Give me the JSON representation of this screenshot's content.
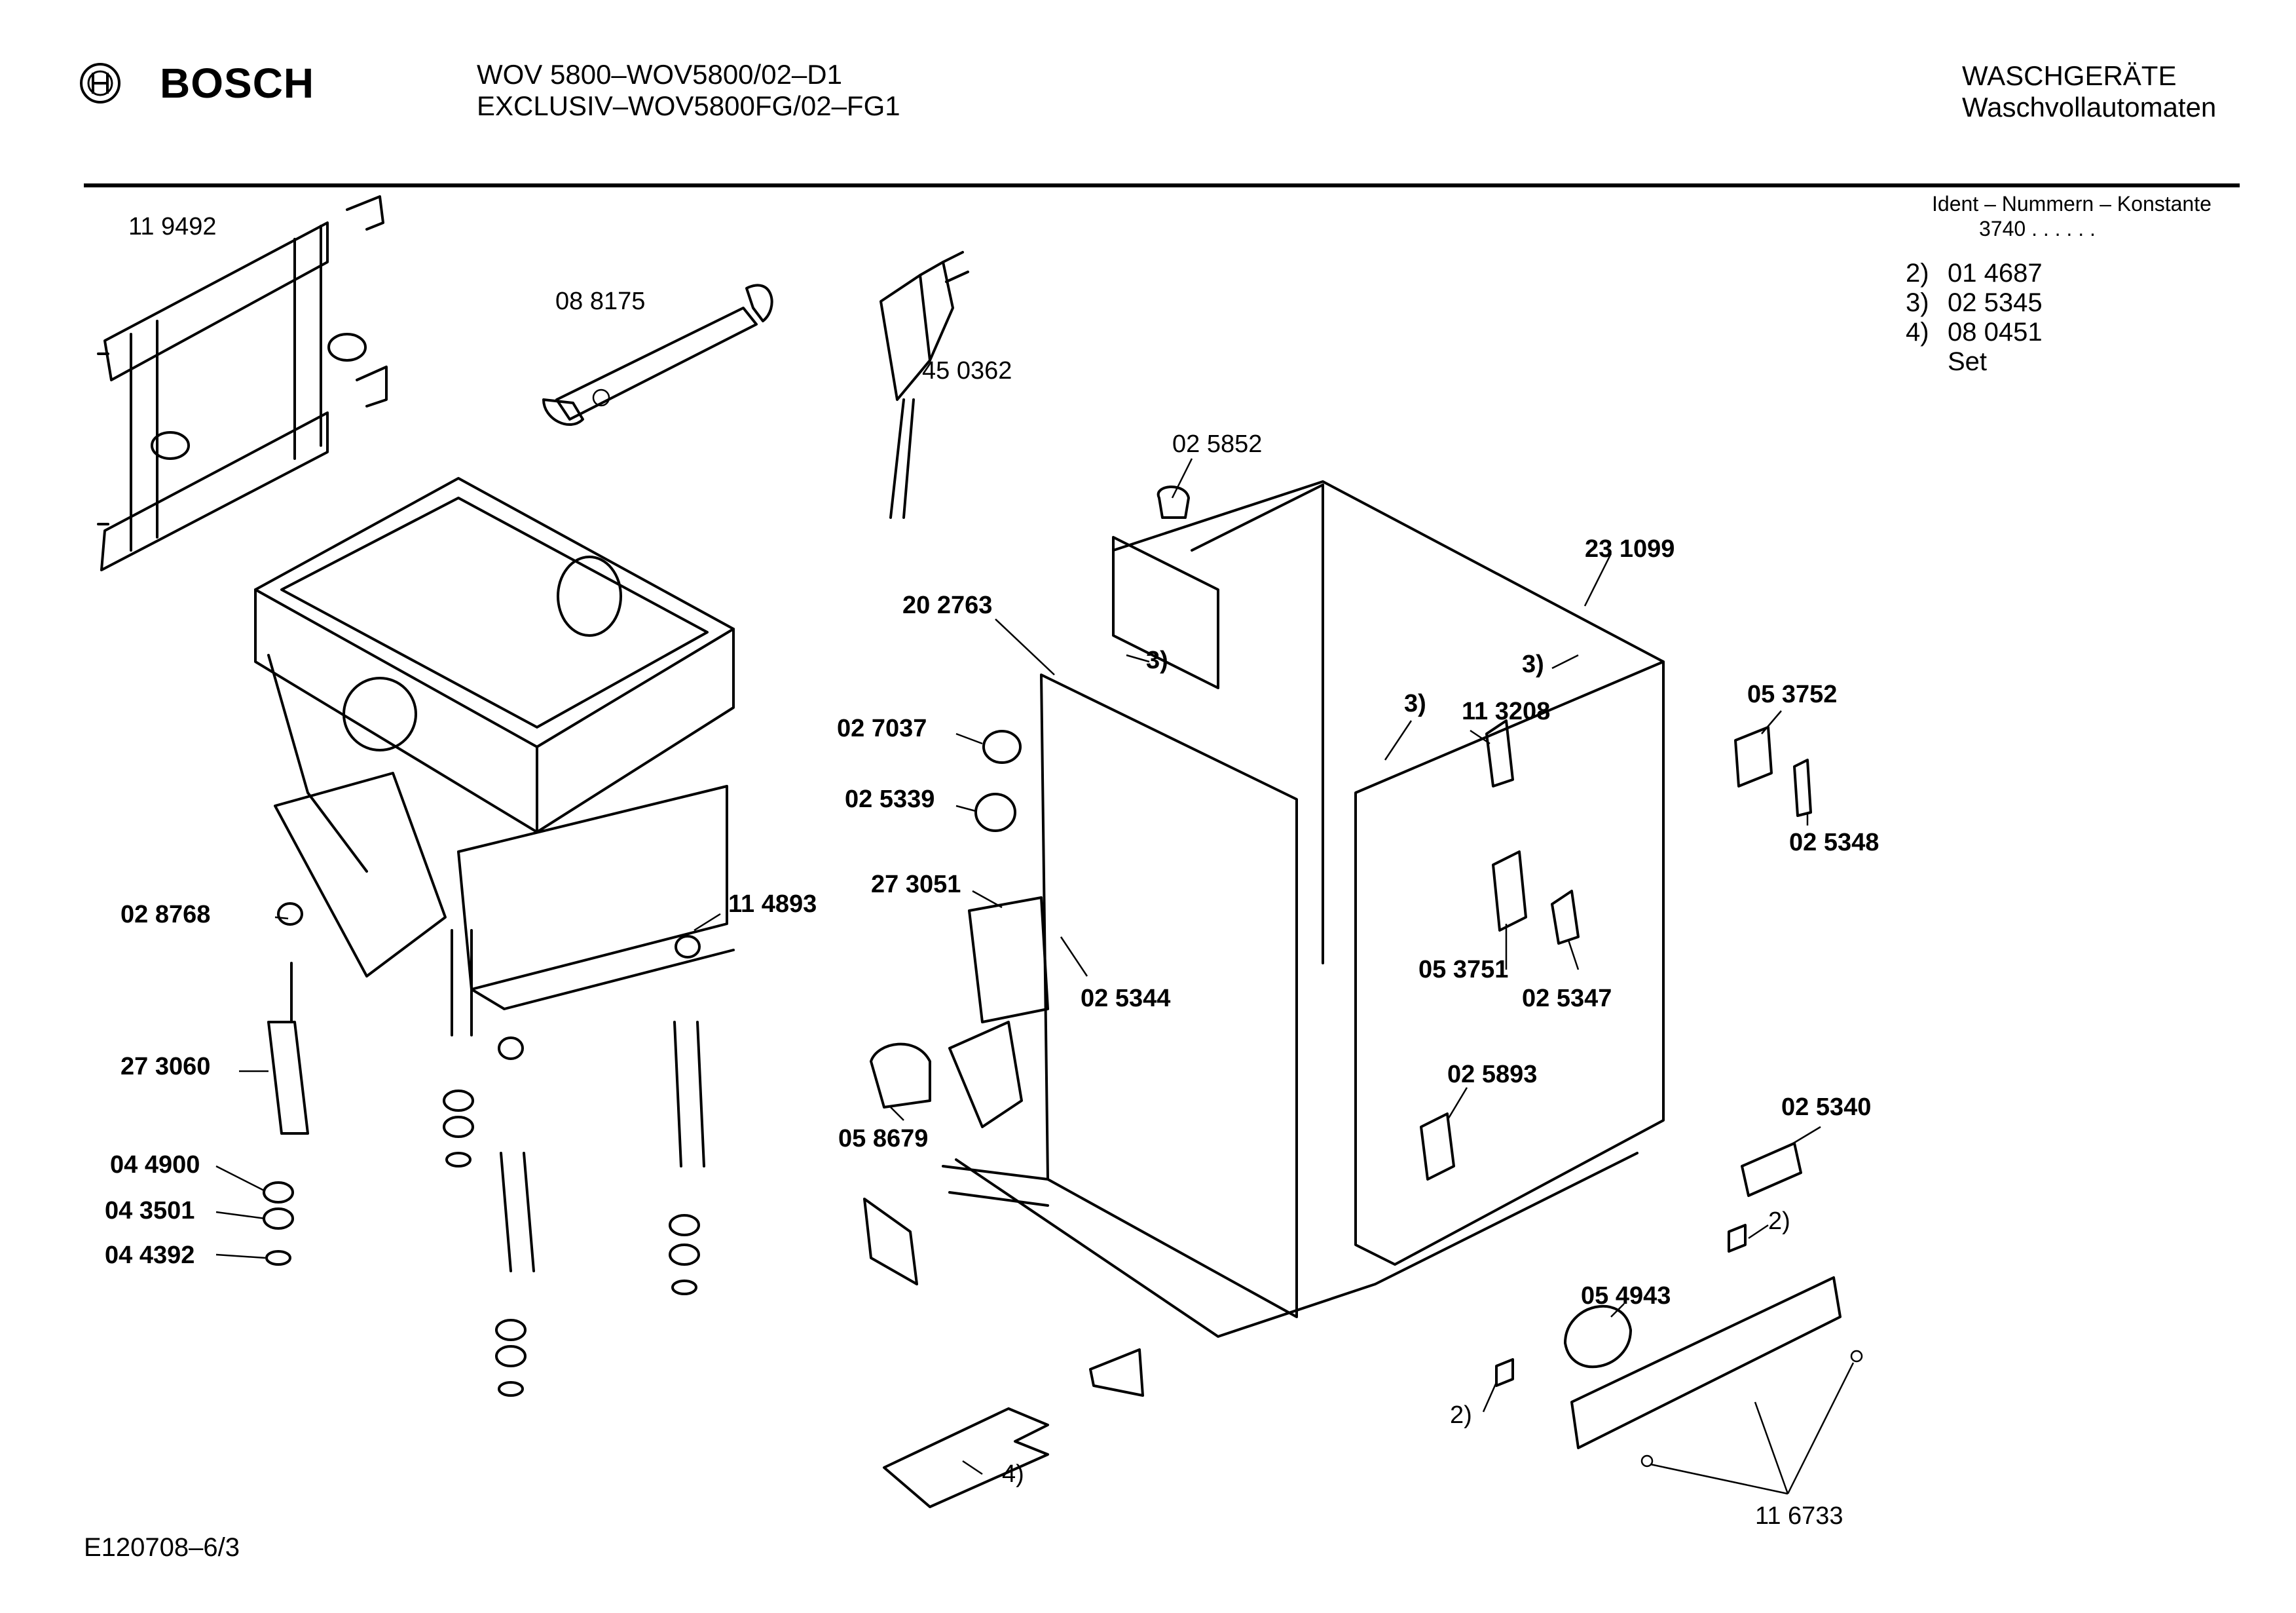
{
  "header": {
    "brand": "BOSCH",
    "brand_logo_icon": "bosch-armature-icon",
    "model_lines": [
      "WOV 5800–WOV5800/02–D1",
      "EXCLUSIV–WOV5800FG/02–FG1"
    ],
    "category": "WASCHGERÄTE",
    "subcategory": "Waschvollautomaten"
  },
  "ident": {
    "title": "Ident – Nummern – Konstante",
    "value": "3740 . . . . . .",
    "notes": [
      {
        "key": "2)",
        "value": "01 4687"
      },
      {
        "key": "3)",
        "value": "02 5345"
      },
      {
        "key": "4)",
        "value": "08 0451"
      },
      {
        "key": "",
        "value": "Set"
      }
    ]
  },
  "footer": {
    "code": "E120708–6/3"
  },
  "parts": {
    "p119492": "11 9492",
    "p088175": "08 8175",
    "p450362": "45 0362",
    "p025852": "02 5852",
    "p231099": "23 1099",
    "p202763": "20 2763",
    "p027037": "02 7037",
    "p025339": "02 5339",
    "p273051": "27 3051",
    "p113208": "11 3208",
    "p053752": "05 3752",
    "p025348": "02 5348",
    "p028768": "02 8768",
    "p114893": "11 4893",
    "p273060": "27 3060",
    "p044900": "04 4900",
    "p043501": "04 3501",
    "p044392": "04 4392",
    "p025344": "02 5344",
    "p053751": "05 3751",
    "p025347": "02 5347",
    "p025893": "02 5893",
    "p058679": "05 8679",
    "p025340": "02 5340",
    "p054943": "05 4943",
    "p116733": "11 6733"
  },
  "refs": {
    "r2": "2)",
    "r3": "3)",
    "r4": "4)"
  }
}
